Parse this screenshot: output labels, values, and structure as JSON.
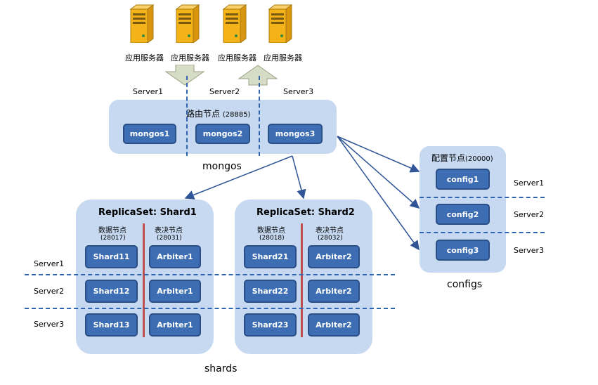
{
  "app_servers": [
    "应用服务器",
    "应用服务器",
    "应用服务器",
    "应用服务器"
  ],
  "server_labels": {
    "top": [
      "Server1",
      "Server2",
      "Server3"
    ],
    "shards_left": [
      "Server1",
      "Server2",
      "Server3"
    ],
    "configs_right": [
      "Server1",
      "Server2",
      "Server3"
    ]
  },
  "mongos": {
    "title": "路由节点",
    "port": "(28885)",
    "nodes": [
      "mongos1",
      "mongos2",
      "mongos3"
    ],
    "caption": "mongos"
  },
  "configs": {
    "title": "配置节点",
    "port": "(20000)",
    "nodes": [
      "config1",
      "config2",
      "config3"
    ],
    "caption": "configs"
  },
  "shard1": {
    "title": "ReplicaSet: Shard1",
    "data_label": "数据节点",
    "data_port": "(28017)",
    "arb_label": "表决节点",
    "arb_port": "(28031)",
    "data_nodes": [
      "Shard11",
      "Shard12",
      "Shard13"
    ],
    "arb_nodes": [
      "Arbiter1",
      "Arbiter1",
      "Arbiter1"
    ]
  },
  "shard2": {
    "title": "ReplicaSet: Shard2",
    "data_label": "数据节点",
    "data_port": "(28018)",
    "arb_label": "表决节点",
    "arb_port": "(28032)",
    "data_nodes": [
      "Shard21",
      "Shard22",
      "Shard23"
    ],
    "arb_nodes": [
      "Arbiter2",
      "Arbiter2",
      "Arbiter2"
    ]
  },
  "shards_caption": "shards",
  "colors": {
    "panel": "#c6d9f1",
    "node": "#3d6eb4",
    "dash": "#2f64b0",
    "arrow": "#2f5597",
    "server_icon": "#f5b31a",
    "red_divider": "#c0504d"
  },
  "icons": [
    "server-icon",
    "down-arrow-icon",
    "up-arrow-icon"
  ]
}
